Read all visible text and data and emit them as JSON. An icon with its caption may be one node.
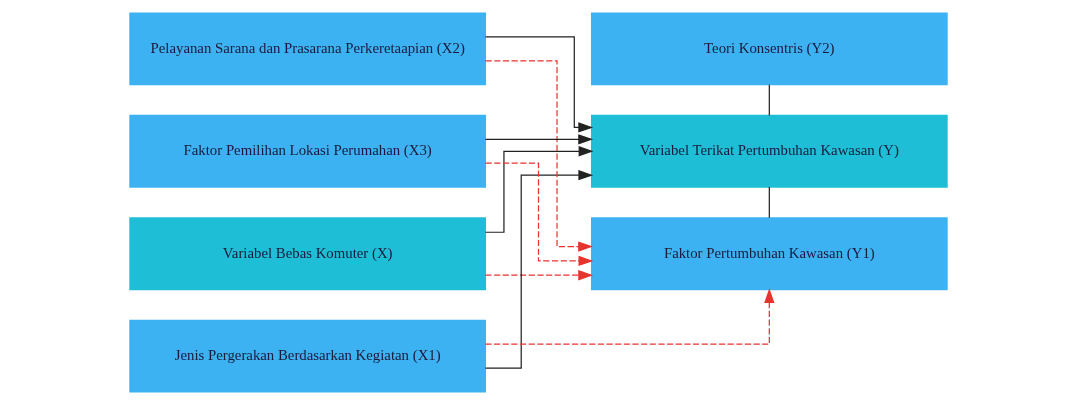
{
  "diagram": {
    "nodes": [
      {
        "text": [
          "Variabel Bebas Komuter (X)"
        ]
      },
      {
        "text": [
          "Jenis Pergerakan Berdasarkan Kegiatan (X1)"
        ]
      },
      {
        "text": [
          "Pelayanan Sarana dan Prasarana Perkeretaapian (X2)"
        ]
      },
      {
        "text": [
          "Faktor Pemilihan Lokasi Perumahan (X3)"
        ]
      },
      {
        "text": [
          "Variabel Terikat Pertumbuhan Kawasan (Y)"
        ]
      },
      {
        "text": [
          "Faktor Pertumbuhan Kawasan (Y1)"
        ]
      },
      {
        "text": [
          "Teori Konsentris (Y2)"
        ]
      }
    ],
    "edges": [
      {
        "from": 0,
        "to": 4,
        "arrow": "to"
      },
      {
        "from": 1,
        "to": 4,
        "arrow": "to"
      },
      {
        "from": 2,
        "to": 4,
        "arrow": "to"
      },
      {
        "from": 3,
        "to": 4,
        "arrow": "to"
      },
      {
        "from": 0,
        "to": 5,
        "arrow": "to",
        "style": "dashed",
        "color": "#e8332f"
      },
      {
        "from": 1,
        "to": 5,
        "arrow": "to",
        "style": "dashed",
        "color": "#e8332f"
      },
      {
        "from": 2,
        "to": 5,
        "arrow": "to",
        "style": "dashed",
        "color": "#e8332f"
      },
      {
        "from": 3,
        "to": 5,
        "arrow": "to",
        "style": "dashed",
        "color": "#e8332f"
      },
      {
        "from": 4,
        "to": 5,
        "arrow": "none"
      },
      {
        "from": 4,
        "to": 6,
        "arrow": "none"
      }
    ]
  }
}
